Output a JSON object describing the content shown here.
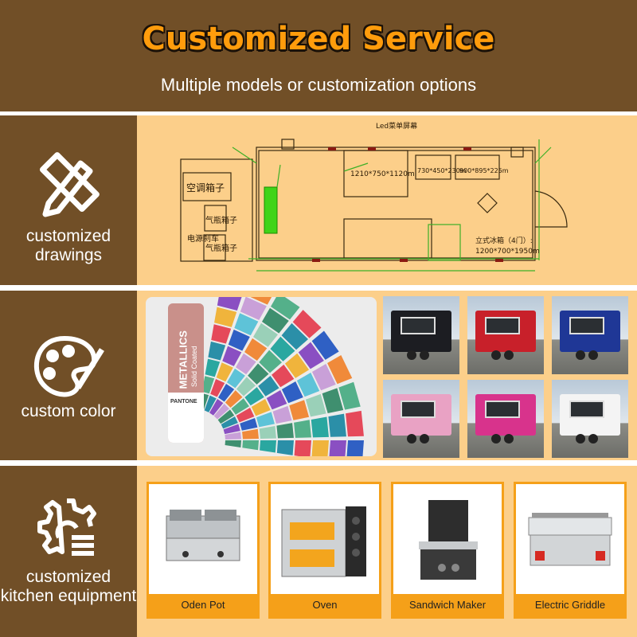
{
  "header": {
    "title": "Customized Service",
    "subtitle": "Multiple models or customization options"
  },
  "sections": [
    {
      "label": "customized drawings",
      "icon": "ruler-pencil-icon",
      "drawing": {
        "labels": [
          "Led菜单屏幕",
          "1210*750*1120m",
          "730*450*230m",
          "900*895*225m",
          "立式冰箱（4门）:",
          "1200*700*1950m",
          "空调箱子",
          "气瓶箱子",
          "气瓶箱子",
          "电源刹车"
        ]
      }
    },
    {
      "label": "custom color",
      "icon": "palette-icon",
      "swatch": {
        "brand": "PANTONE",
        "title": "METALLICS",
        "subtitle": "Solid Coated"
      },
      "trucks": [
        {
          "color": "#1c1d22"
        },
        {
          "color": "#c8202a"
        },
        {
          "color": "#1f3796"
        },
        {
          "color": "#e9a2c4"
        },
        {
          "color": "#d8338c"
        },
        {
          "color": "#f4f4f4"
        }
      ]
    },
    {
      "label": "customized kitchen equipment",
      "icon": "gear-list-icon",
      "equipment": [
        {
          "name": "Oden Pot"
        },
        {
          "name": "Oven"
        },
        {
          "name": "Sandwich Maker"
        },
        {
          "name": "Electric Griddle"
        }
      ]
    }
  ],
  "colors": {
    "brown": "#714f27",
    "panel": "#fccf8a",
    "accent": "#f5a019",
    "title": "#ff9c0c"
  }
}
